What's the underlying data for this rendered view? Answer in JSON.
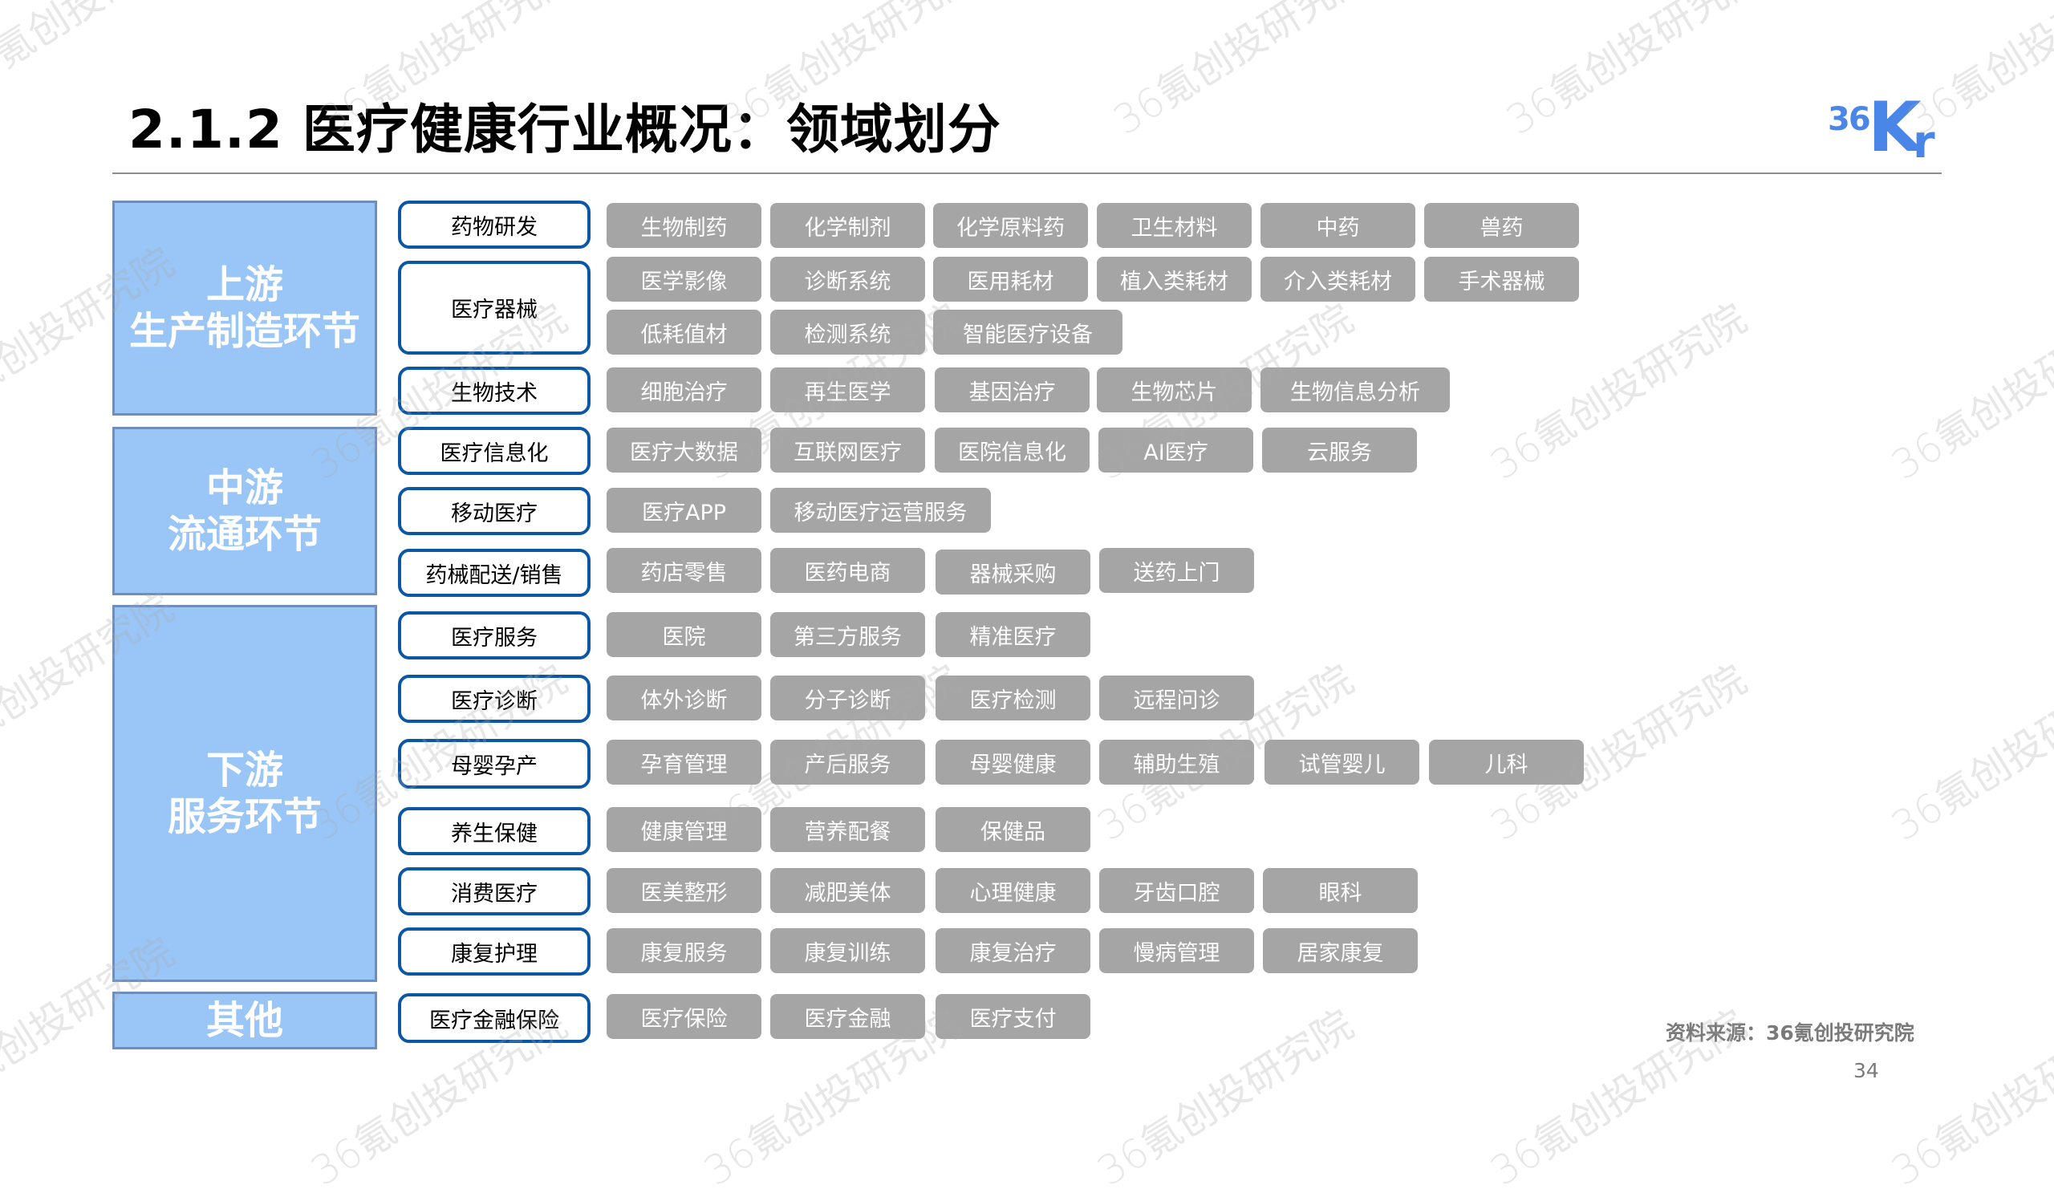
{
  "header": {
    "title": "2.1.2 医疗健康行业概况：领域划分",
    "logo": {
      "part1": "36",
      "part2": "K",
      "part3": "r",
      "color": "#4a86e8"
    }
  },
  "colors": {
    "stage_fill": "#99c5f7",
    "stage_border": "#6d8fbd",
    "category_border": "#0b57a6",
    "tag_fill": "#a5a5a5"
  },
  "stages": [
    {
      "line1": "上游",
      "line2": "生产制造环节"
    },
    {
      "line1": "中游",
      "line2": "流通环节"
    },
    {
      "line1": "下游",
      "line2": "服务环节"
    },
    {
      "line1": "其他",
      "line2": ""
    }
  ],
  "categories": [
    {
      "label": "药物研发"
    },
    {
      "label": "医疗器械"
    },
    {
      "label": "生物技术"
    },
    {
      "label": "医疗信息化"
    },
    {
      "label": "移动医疗"
    },
    {
      "label": "药械配送/销售"
    },
    {
      "label": "医疗服务"
    },
    {
      "label": "医疗诊断"
    },
    {
      "label": "母婴孕产"
    },
    {
      "label": "养生保健"
    },
    {
      "label": "消费医疗"
    },
    {
      "label": "康复护理"
    },
    {
      "label": "医疗金融保险"
    }
  ],
  "tag_rows": [
    [
      "生物制药",
      "化学制剂",
      "化学原料药",
      "卫生材料",
      "中药",
      "兽药"
    ],
    [
      "医学影像",
      "诊断系统",
      "医用耗材",
      "植入类耗材",
      "介入类耗材",
      "手术器械"
    ],
    [
      "低耗值材",
      "检测系统",
      "智能医疗设备"
    ],
    [
      "细胞治疗",
      "再生医学",
      "基因治疗",
      "生物芯片",
      "生物信息分析"
    ],
    [
      "医疗大数据",
      "互联网医疗",
      "医院信息化",
      "AI医疗",
      "云服务"
    ],
    [
      "医疗APP",
      "移动医疗运营服务"
    ],
    [
      "药店零售",
      "医药电商",
      "器械采购",
      "送药上门"
    ],
    [
      "医院",
      "第三方服务",
      "精准医疗"
    ],
    [
      "体外诊断",
      "分子诊断",
      "医疗检测",
      "远程问诊"
    ],
    [
      "孕育管理",
      "产后服务",
      "母婴健康",
      "辅助生殖",
      "试管婴儿",
      "儿科"
    ],
    [
      "健康管理",
      "营养配餐",
      "保健品"
    ],
    [
      "医美整形",
      "减肥美体",
      "心理健康",
      "牙齿口腔",
      "眼科"
    ],
    [
      "康复服务",
      "康复训练",
      "康复治疗",
      "慢病管理",
      "居家康复"
    ],
    [
      "医疗保险",
      "医疗金融",
      "医疗支付"
    ]
  ],
  "footer": {
    "source": "资料来源：36氪创投研究院",
    "page_number": "34"
  },
  "watermark": "36氪创投研究院"
}
